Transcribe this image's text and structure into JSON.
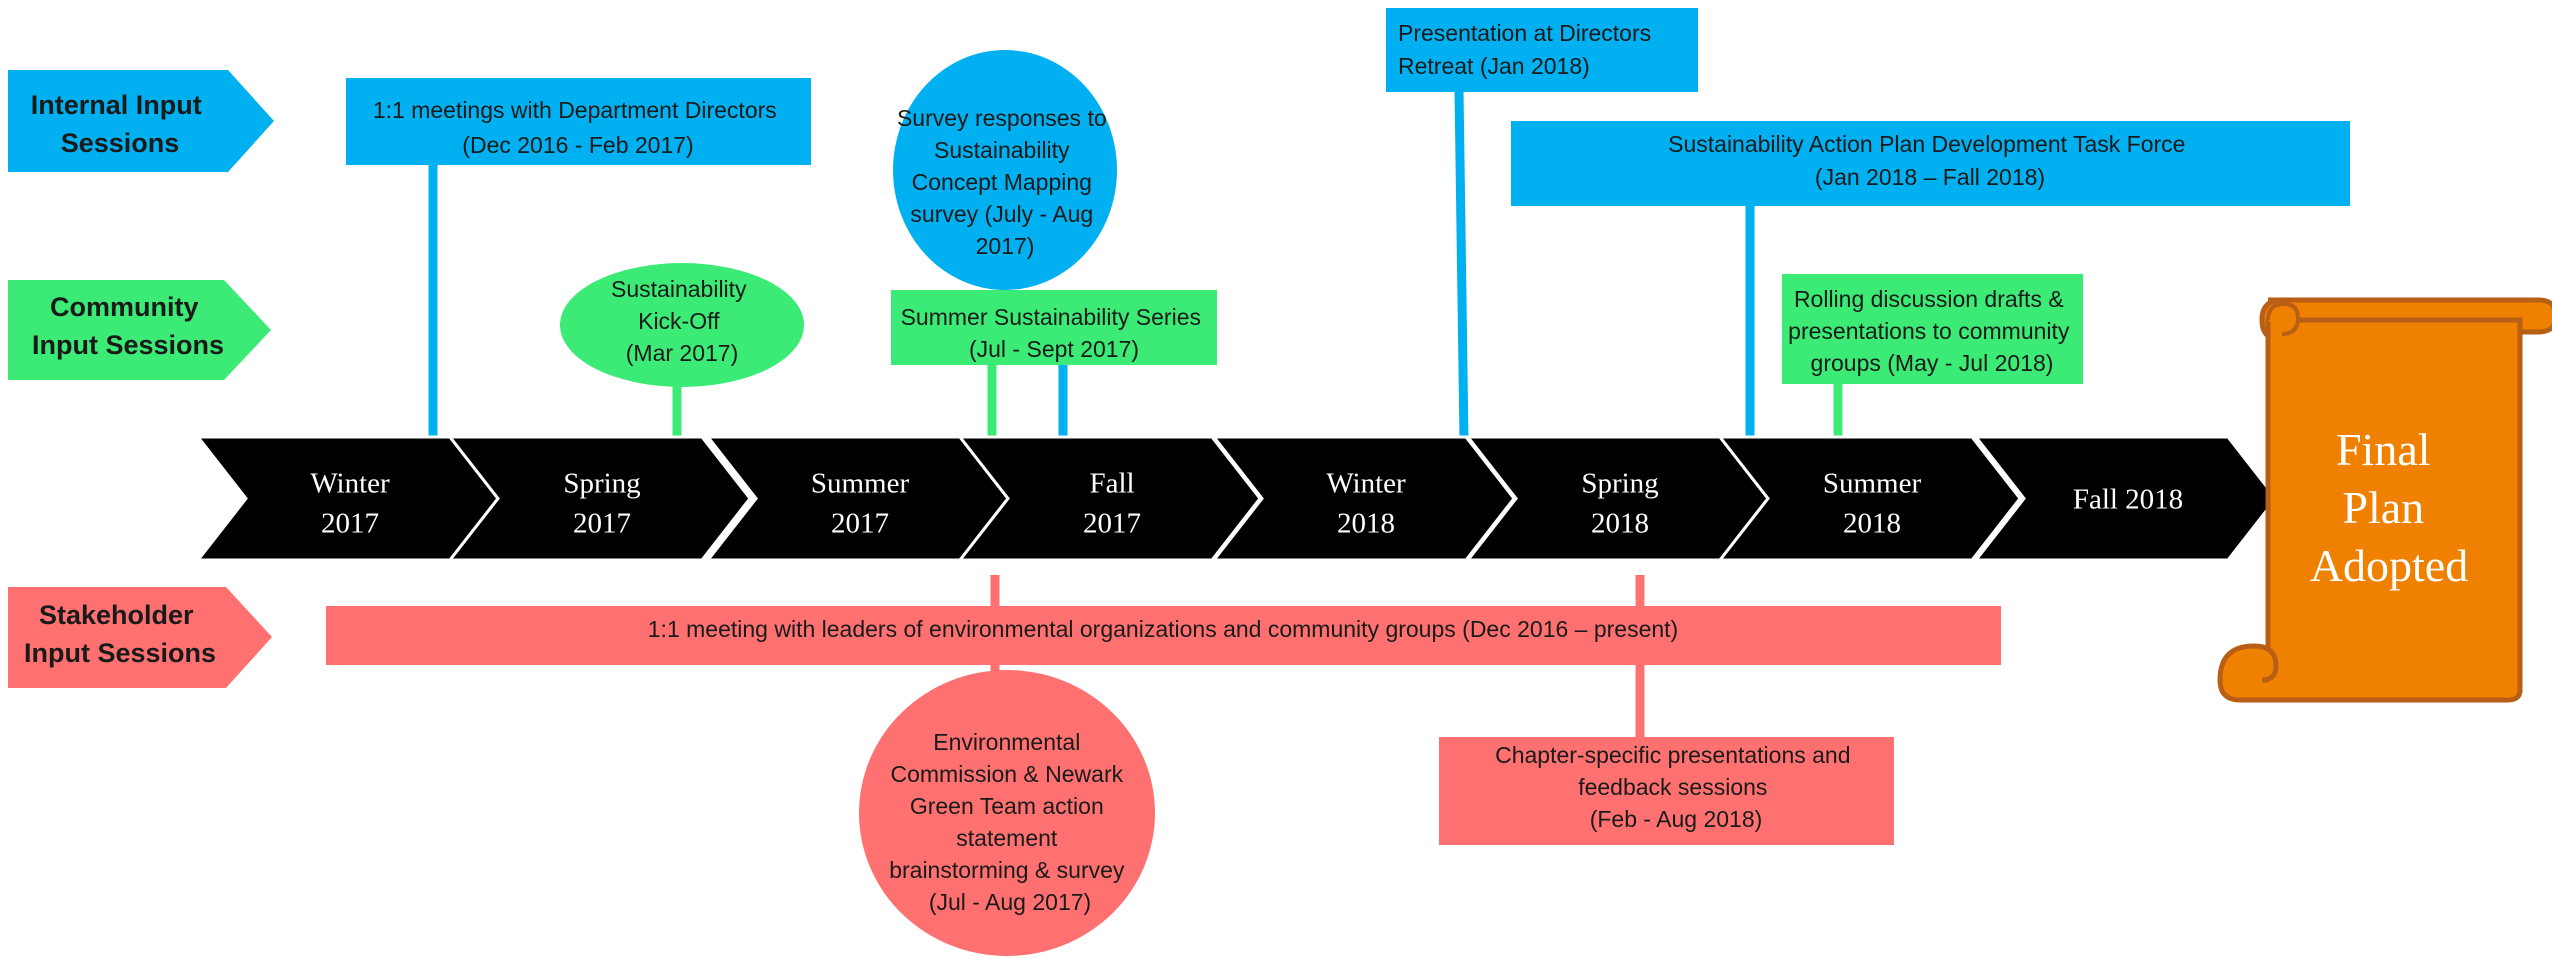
{
  "colors": {
    "internal": "#00B0F0",
    "community": "#3BEB76",
    "stakeholder": "#FF7171",
    "chevron": "#000000",
    "scroll": "#F08000",
    "scroll_border": "#B85E15"
  },
  "categories": {
    "internal": [
      "Internal Input",
      "Sessions"
    ],
    "community": [
      "Community",
      "Input Sessions"
    ],
    "stakeholder": [
      "Stakeholder",
      "Input Sessions"
    ]
  },
  "seasons": [
    [
      "Winter",
      "2017"
    ],
    [
      "Spring",
      "2017"
    ],
    [
      "Summer",
      "2017"
    ],
    [
      "Fall",
      "2017"
    ],
    [
      "Winter",
      "2018"
    ],
    [
      "Spring",
      "2018"
    ],
    [
      "Summer",
      "2018"
    ],
    [
      "Fall 2018"
    ]
  ],
  "final": [
    "Final",
    "Plan",
    "Adopted"
  ],
  "internal_events": {
    "dept_directors": [
      "1:1 meetings with Department  Directors",
      "(Dec 2016 - Feb 2017)"
    ],
    "survey": [
      "Survey responses to",
      "Sustainability",
      "Concept Mapping",
      "survey  (July - Aug",
      "2017)"
    ],
    "retreat": [
      "Presentation at Directors",
      "Retreat (Jan 2018)"
    ],
    "task_force": [
      "Sustainability Action Plan Development Task Force",
      "(Jan 2018 – Fall 2018)"
    ]
  },
  "community_events": {
    "kickoff": [
      "Sustainability",
      "Kick-Off",
      "(Mar 2017)"
    ],
    "summer_series": [
      "Summer Sustainability Series",
      "(Jul - Sept 2017)"
    ],
    "rolling": [
      "Rolling discussion drafts &",
      "presentations to community",
      "groups (May - Jul 2018)"
    ]
  },
  "stakeholder_events": {
    "leaders": [
      "1:1 meeting with leaders of environmental organizations and community groups (Dec 2016 – present)"
    ],
    "env_commission": [
      "Environmental",
      "Commission & Newark",
      "Green Team action",
      "statement",
      "brainstorming & survey",
      "(Jul - Aug 2017)"
    ],
    "chapter": [
      "Chapter-specific presentations and",
      "feedback sessions",
      "(Feb - Aug 2018)"
    ]
  }
}
